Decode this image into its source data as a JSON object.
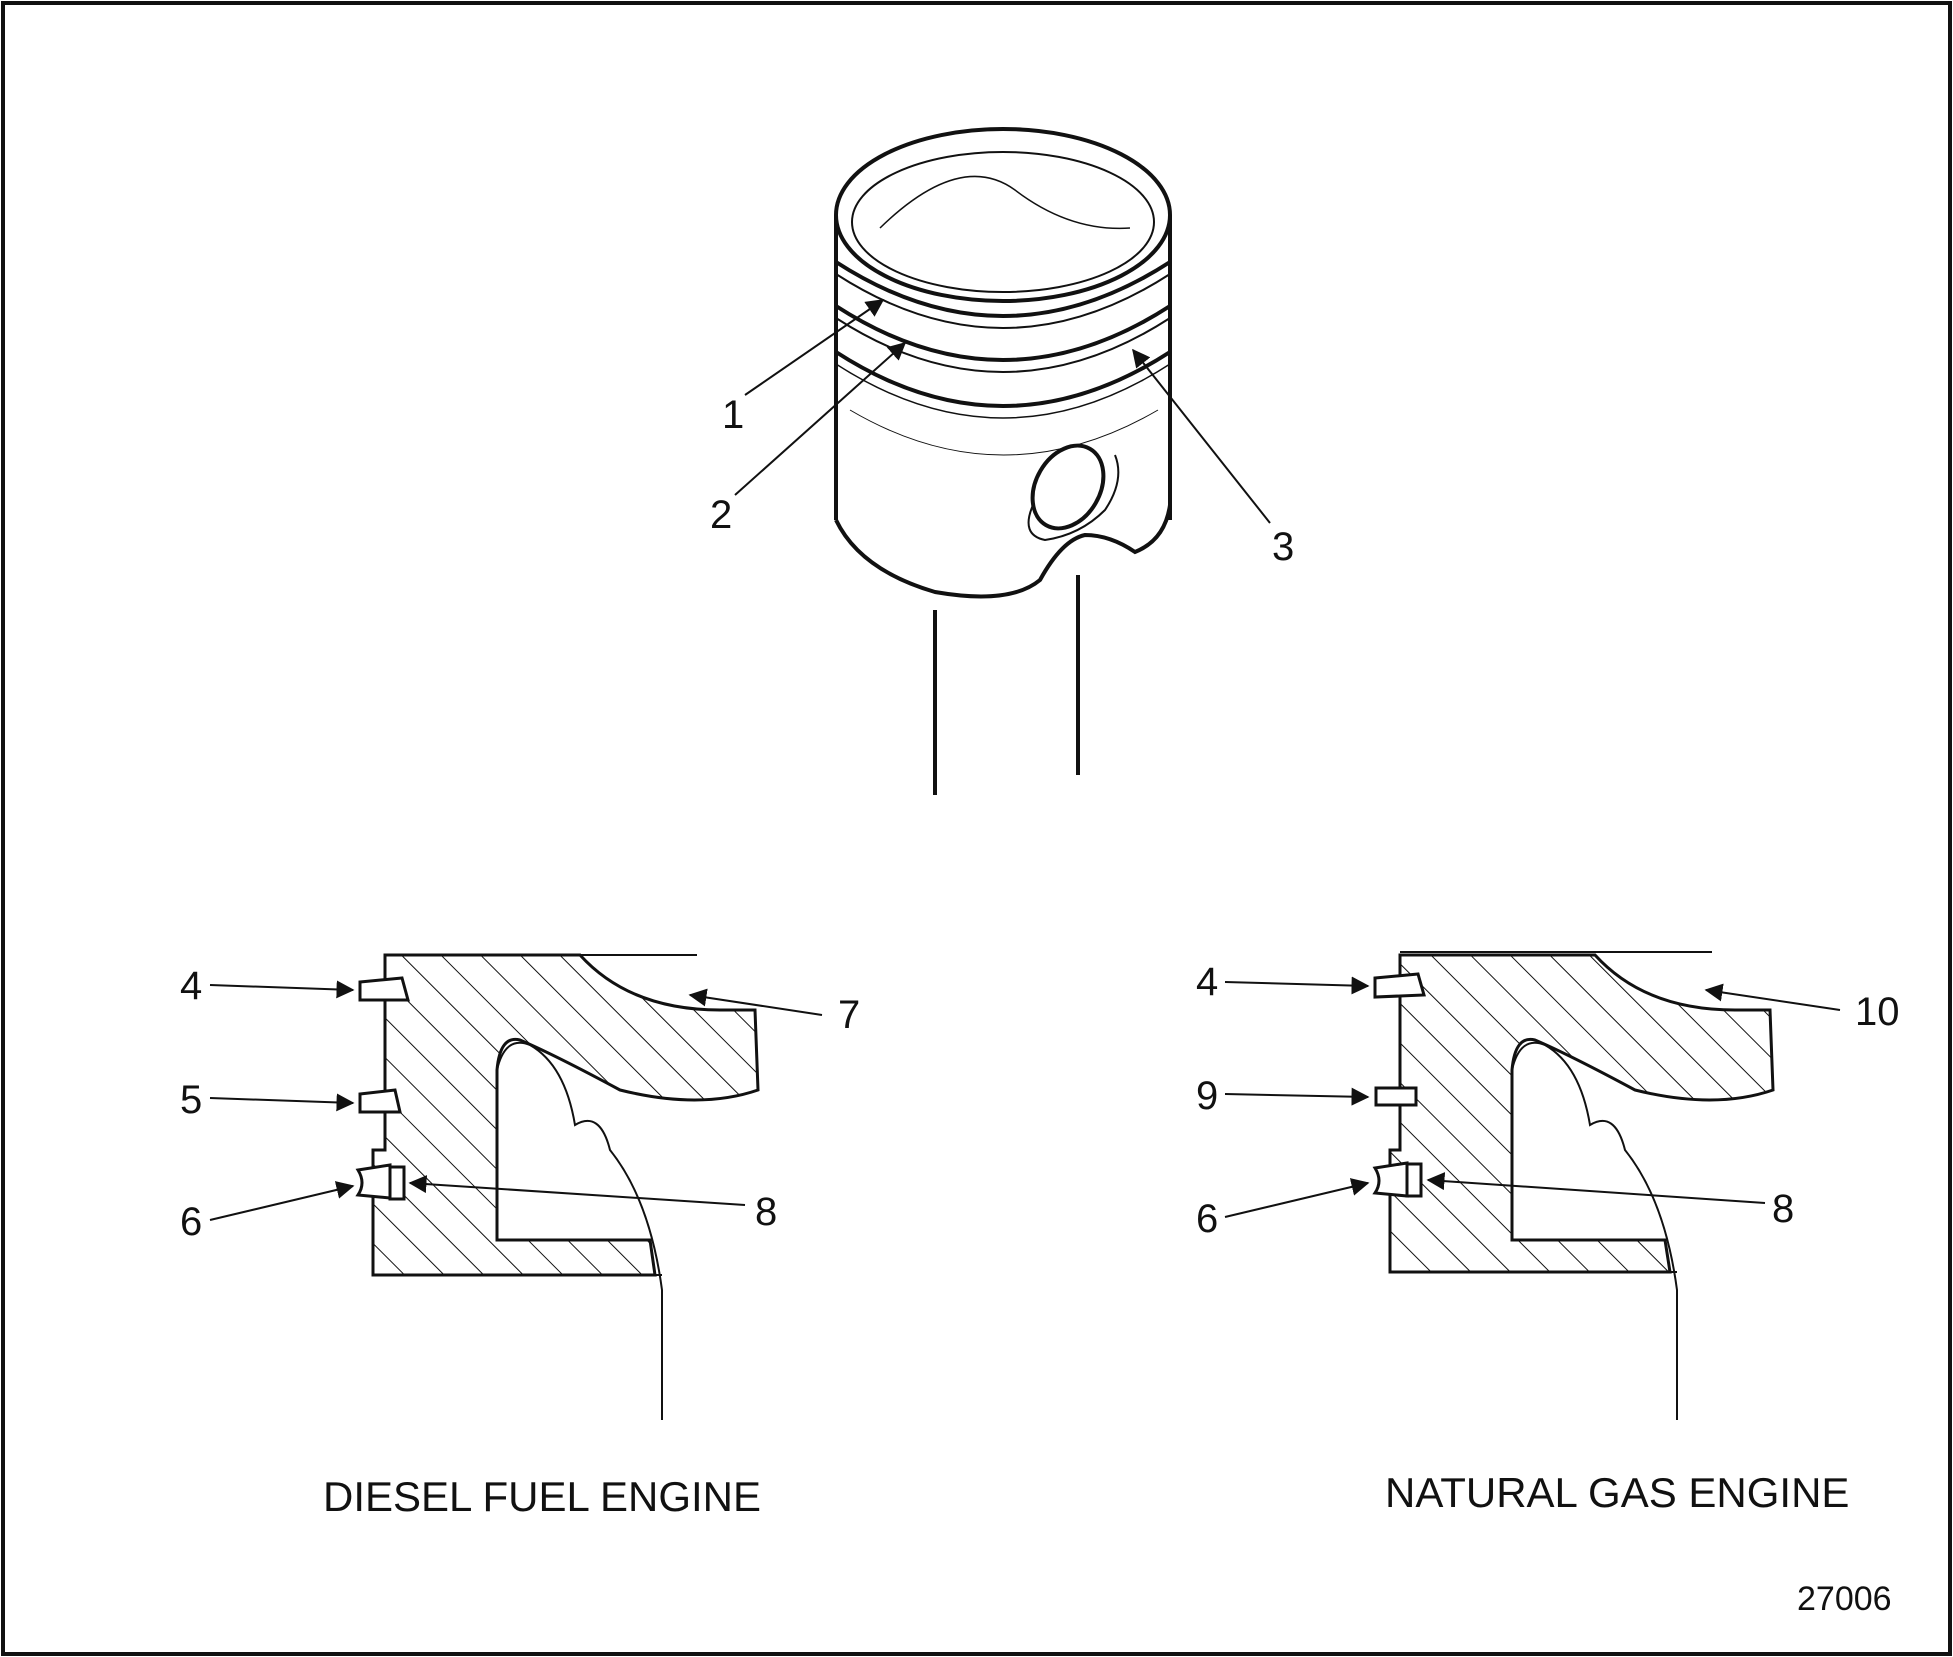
{
  "callouts": {
    "c1": "1",
    "c2": "2",
    "c3": "3",
    "d4": "4",
    "d5": "5",
    "d6": "6",
    "d7": "7",
    "d8": "8",
    "g4": "4",
    "g9": "9",
    "g6": "6",
    "g10": "10",
    "g8": "8"
  },
  "captions": {
    "diesel": "DIESEL FUEL ENGINE",
    "gas": "NATURAL GAS ENGINE"
  },
  "figure_number": "27006",
  "colors": {
    "ink": "#111111",
    "background": "#ffffff"
  }
}
